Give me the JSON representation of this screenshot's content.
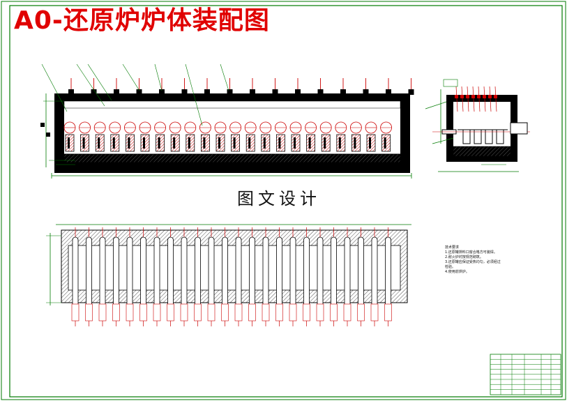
{
  "drawing": {
    "title": "A0-还原炉炉体装配图",
    "watermark": "图文设计",
    "notes": {
      "heading": "技术要求",
      "items": [
        "1.还原罐排料口窗合格方可装焊。",
        "2.耐火炉衬按规范砌筑。",
        "3.还原罐应保证受热均匀，必须经过检验。",
        "4.使用前烘炉。"
      ]
    }
  },
  "colors": {
    "frame": "#007a00",
    "title": "#e00000",
    "thick_wall": "#000000",
    "hidden_line": "#cc0000",
    "leader": "#007a00",
    "fill_hatch": "#444444"
  }
}
